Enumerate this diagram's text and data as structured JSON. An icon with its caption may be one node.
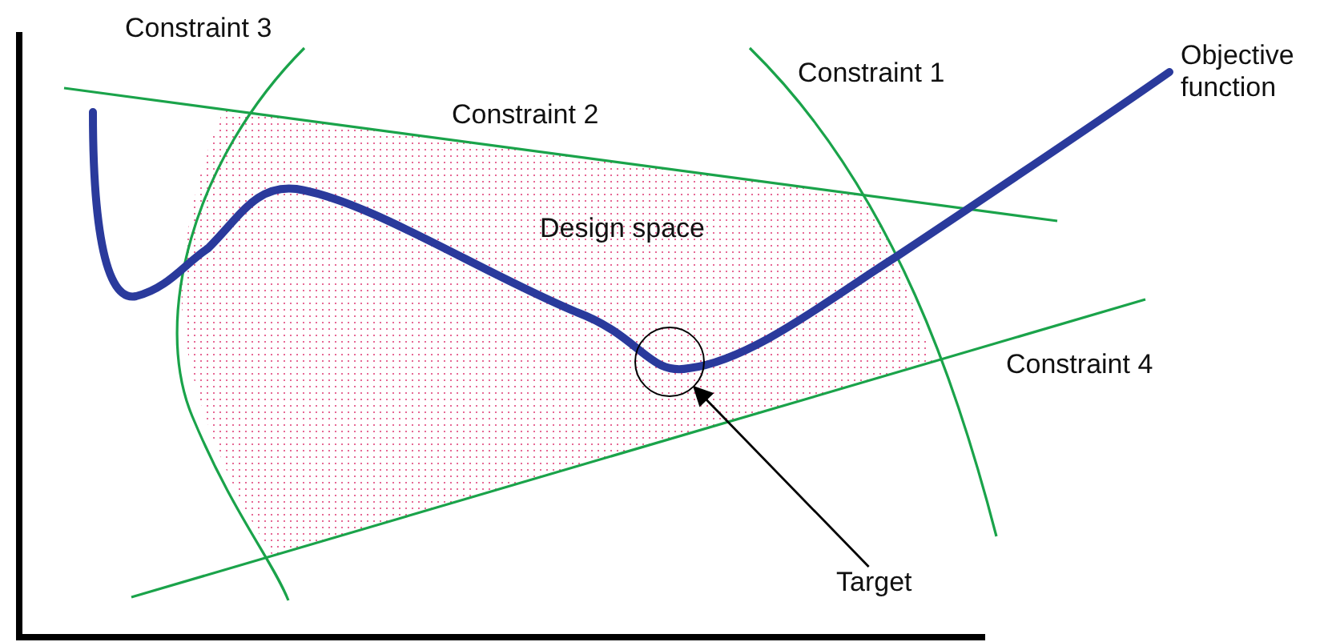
{
  "diagram": {
    "nodes": [
      {
        "text": [
          "Target"
        ]
      },
      {
        "text": [],
        "shape": "circle"
      }
    ],
    "edges": [
      {
        "from": 0,
        "to": 1,
        "arrow": "to"
      }
    ],
    "labels": [
      "Constraint 3",
      "Constraint 1",
      "Objective function",
      "Constraint 2",
      "Design space",
      "Constraint 4"
    ]
  }
}
